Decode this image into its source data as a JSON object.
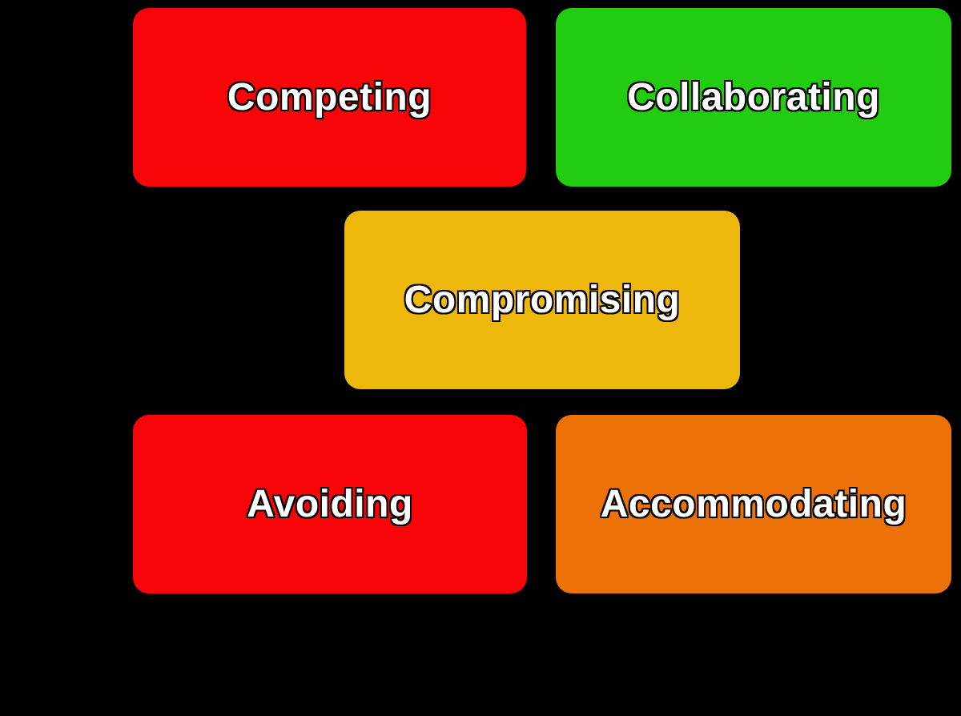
{
  "diagram": {
    "background_color": "#000000",
    "label_text_color": "#FFFFFF",
    "label_outline_color": "#000000",
    "boxes": [
      {
        "id": "competing",
        "label": "Competing",
        "color": "#F90509"
      },
      {
        "id": "collaborating",
        "label": "Collaborating",
        "color": "#22CC11"
      },
      {
        "id": "compromising",
        "label": "Compromising",
        "color": "#EDB70B"
      },
      {
        "id": "avoiding",
        "label": "Avoiding",
        "color": "#F90509"
      },
      {
        "id": "accommodating",
        "label": "Accommodating",
        "color": "#EC7106"
      }
    ]
  }
}
